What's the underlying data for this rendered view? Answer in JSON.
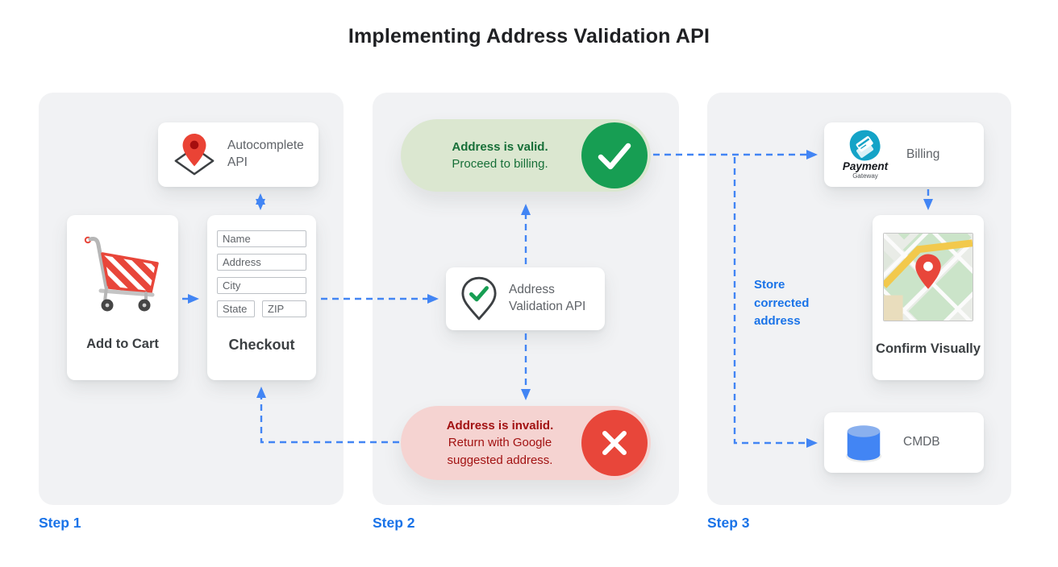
{
  "title": "Implementing Address Validation API",
  "step_labels": {
    "step1": "Step 1",
    "step2": "Step 2",
    "step3": "Step 3"
  },
  "step1": {
    "autocomplete_api": {
      "label": "Autocomplete API",
      "icon": "autocomplete-pin-icon"
    },
    "add_to_cart": {
      "label": "Add to Cart",
      "icon": "shopping-cart-icon"
    },
    "checkout": {
      "label": "Checkout",
      "fields": {
        "name": "Name",
        "address": "Address",
        "city": "City",
        "state": "State",
        "zip": "ZIP"
      }
    }
  },
  "step2": {
    "valid_banner": {
      "title": "Address is valid.",
      "subtitle": "Proceed to billing.",
      "icon": "check-circle-icon"
    },
    "validation_api": {
      "label": "Address Validation API",
      "icon": "validation-pin-icon"
    },
    "invalid_banner": {
      "title": "Address is invalid.",
      "subtitle": "Return with Google suggested address.",
      "icon": "x-circle-icon"
    }
  },
  "step3": {
    "billing": {
      "label": "Billing",
      "logo_title": "Payment",
      "logo_subtitle": "Gateway",
      "icon": "payment-gateway-logo"
    },
    "confirm_visually": {
      "label": "Confirm Visually",
      "icon": "map-thumbnail"
    },
    "cmdb": {
      "label": "CMDB",
      "icon": "database-icon"
    },
    "store_note": "Store corrected address"
  },
  "colors": {
    "arrow_blue": "#4285f4",
    "step_label_blue": "#1a73e8",
    "valid_green": "#179e53",
    "valid_bg": "#dbe7d0",
    "valid_text": "#176f38",
    "invalid_red": "#e8463a",
    "invalid_bg": "#f5d3d1",
    "invalid_text": "#a21212",
    "panel_bg": "#f1f2f4",
    "gateway_teal": "#14a3c7",
    "db_blue": "#4285f4",
    "pin_red": "#ea4335"
  }
}
